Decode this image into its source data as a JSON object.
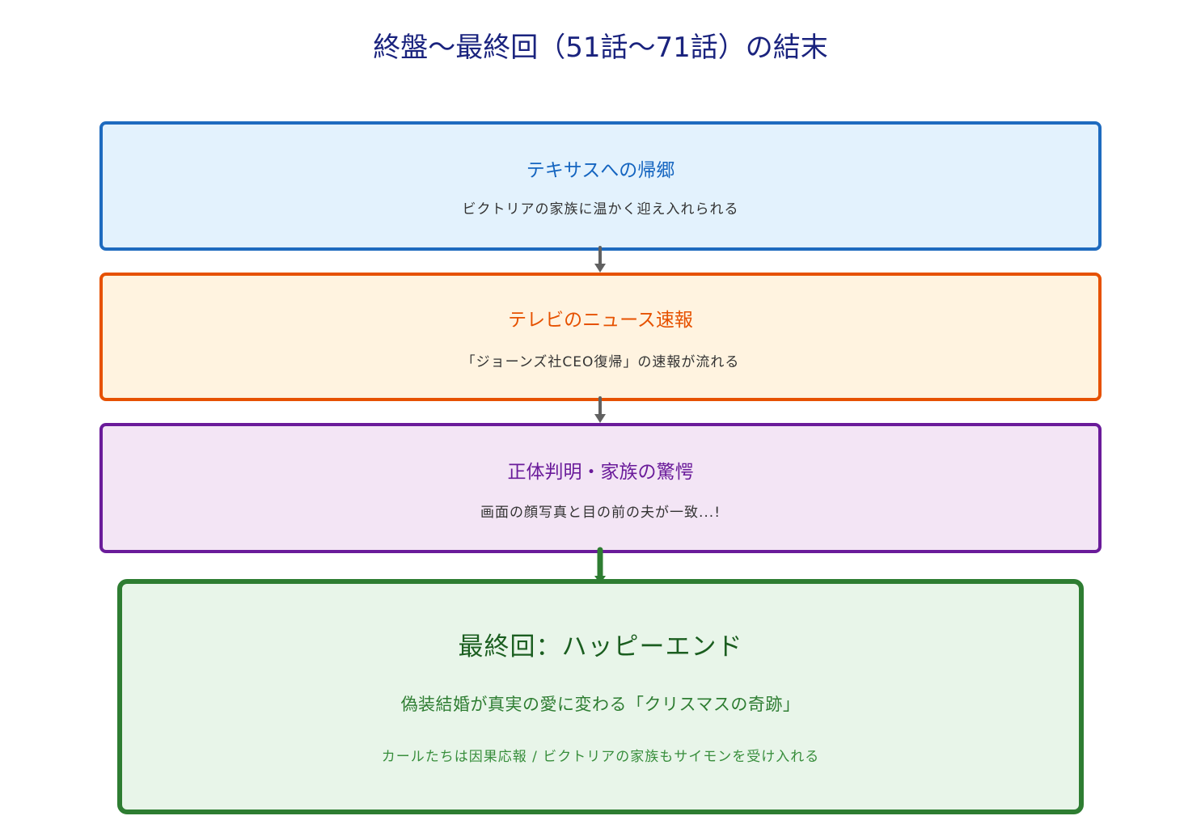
{
  "title": "終盤〜最終回（51話〜71話）の結末",
  "colors": {
    "title": "#1A237E",
    "step1_border": "#1E6BBF",
    "step1_fill": "#E3F2FD",
    "step2_border": "#E65100",
    "step2_fill": "#FFF3E0",
    "step3_border": "#6A1B9A",
    "step3_fill": "#F3E5F5",
    "final_border": "#2E7D32",
    "final_fill": "#E8F5E9",
    "arrow": "#616161"
  },
  "steps": [
    {
      "heading": "テキサスへの帰郷",
      "detail": "ビクトリアの家族に温かく迎え入れられる"
    },
    {
      "heading": "テレビのニュース速報",
      "detail": "「ジョーンズ社CEO復帰」の速報が流れる"
    },
    {
      "heading": "正体判明・家族の驚愕",
      "detail": "画面の顔写真と目の前の夫が一致...!"
    }
  ],
  "final": {
    "heading": "最終回：ハッピーエンド",
    "main": "偽装結婚が真実の愛に変わる「クリスマスの奇跡」",
    "detail": "カールたちは因果応報 / ビクトリアの家族もサイモンを受け入れる"
  }
}
